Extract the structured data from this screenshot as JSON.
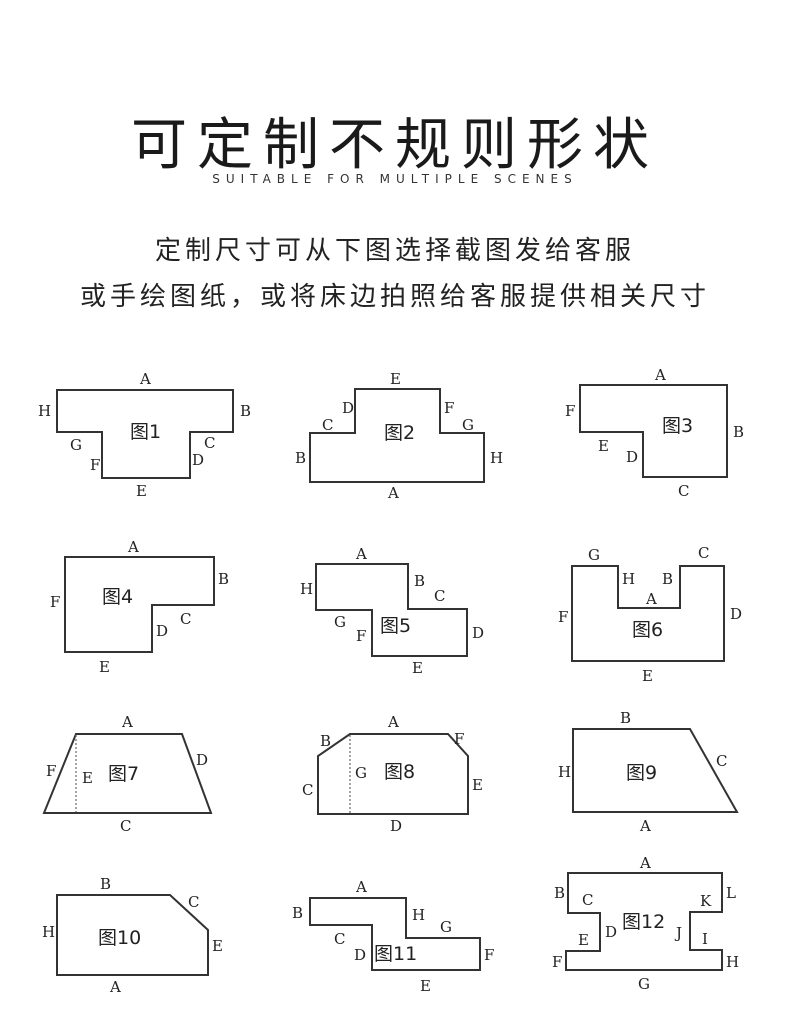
{
  "header": {
    "title": "可定制不规则形状",
    "subtitle": "SUITABLE FOR MULTIPLE SCENES"
  },
  "intro": {
    "line1": "定制尺寸可从下图选择截图发给客服",
    "line2": "或手绘图纸，或将床边拍照给客服提供相关尺寸"
  },
  "shapes": [
    {
      "name": "图1",
      "labels": [
        "A",
        "B",
        "C",
        "D",
        "E",
        "F",
        "G",
        "H"
      ]
    },
    {
      "name": "图2",
      "labels": [
        "E",
        "D",
        "C",
        "F",
        "G",
        "B",
        "H",
        "A"
      ]
    },
    {
      "name": "图3",
      "labels": [
        "A",
        "F",
        "E",
        "D",
        "B",
        "C"
      ]
    },
    {
      "name": "图4",
      "labels": [
        "A",
        "B",
        "F",
        "C",
        "D",
        "E"
      ]
    },
    {
      "name": "图5",
      "labels": [
        "A",
        "H",
        "B",
        "C",
        "G",
        "F",
        "D",
        "E"
      ]
    },
    {
      "name": "图6",
      "labels": [
        "G",
        "C",
        "H",
        "B",
        "A",
        "F",
        "D",
        "E"
      ]
    },
    {
      "name": "图7",
      "labels": [
        "A",
        "F",
        "E",
        "D",
        "C"
      ]
    },
    {
      "name": "图8",
      "labels": [
        "A",
        "B",
        "F",
        "G",
        "C",
        "E",
        "D"
      ]
    },
    {
      "name": "图9",
      "labels": [
        "B",
        "H",
        "C",
        "A"
      ]
    },
    {
      "name": "图10",
      "labels": [
        "B",
        "C",
        "H",
        "E",
        "A"
      ]
    },
    {
      "name": "图11",
      "labels": [
        "A",
        "B",
        "H",
        "G",
        "C",
        "D",
        "F",
        "E"
      ]
    },
    {
      "name": "图12",
      "labels": [
        "A",
        "B",
        "C",
        "K",
        "L",
        "E",
        "D",
        "J",
        "I",
        "F",
        "H",
        "G"
      ]
    }
  ]
}
